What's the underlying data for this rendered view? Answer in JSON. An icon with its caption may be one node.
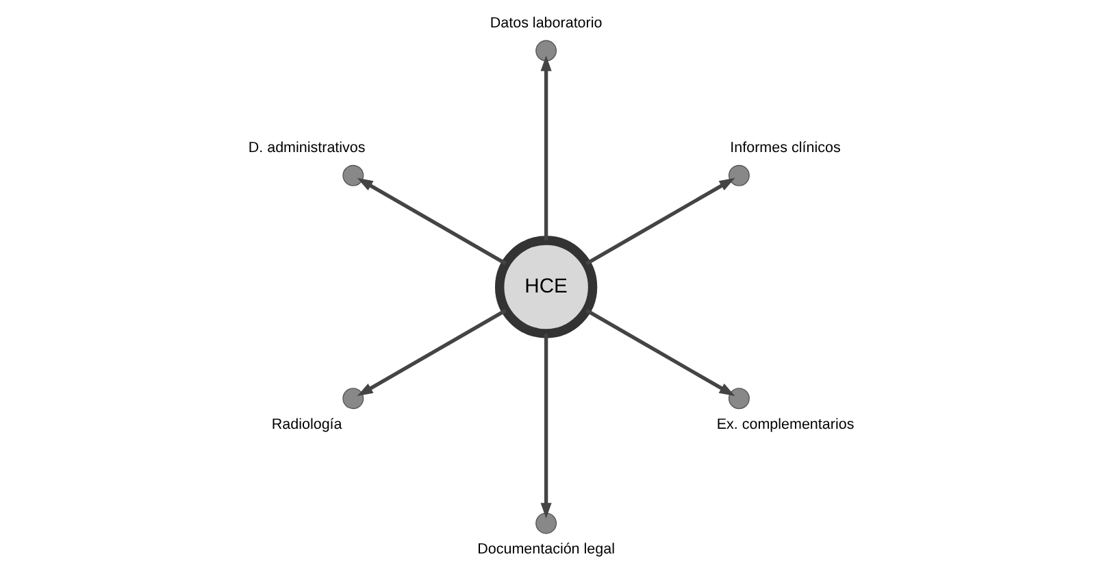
{
  "diagram": {
    "nodes": [
      {
        "text": [],
        "shape": "circle",
        "beside": [
          "Informes clínicos"
        ]
      },
      {
        "text": [],
        "shape": "circle",
        "beside": [
          "Datos laboratorio"
        ]
      },
      {
        "text": [],
        "shape": "circle",
        "beside": [
          "D. administrativos"
        ]
      },
      {
        "text": [
          "HCE"
        ]
      },
      {
        "text": [],
        "shape": "circle",
        "beside": [
          "Radiología"
        ]
      },
      {
        "text": [],
        "shape": "circle",
        "beside": [
          "Documentación legal"
        ]
      },
      {
        "text": [],
        "shape": "circle",
        "beside": [
          "Ex. complementarios"
        ]
      }
    ],
    "edges": [
      {
        "from": 3,
        "to": 1,
        "arrow": "to"
      },
      {
        "from": 3,
        "to": 0,
        "arrow": "to"
      },
      {
        "from": 3,
        "to": 2,
        "arrow": "to"
      },
      {
        "from": 3,
        "to": 5,
        "arrow": "to"
      },
      {
        "from": 3,
        "to": 6,
        "arrow": "to"
      },
      {
        "from": 3,
        "to": 4,
        "arrow": "to"
      }
    ]
  }
}
